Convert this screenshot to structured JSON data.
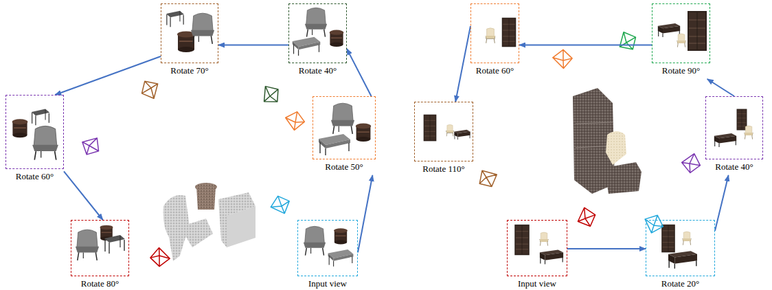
{
  "diagram": {
    "nodes": [
      {
        "text": [
          "Rotate 70°"
        ]
      },
      {
        "text": [
          "Rotate 40°"
        ]
      },
      {
        "text": [
          "Rotate 50°"
        ]
      },
      {
        "text": [
          "Input view"
        ]
      },
      {
        "text": [
          "Rotate 80°"
        ]
      },
      {
        "text": [
          "Rotate 60°"
        ]
      },
      {
        "text": [
          "Rotate 60°"
        ]
      },
      {
        "text": [
          "Rotate 90°"
        ]
      },
      {
        "text": [
          "Rotate 40°"
        ]
      },
      {
        "text": [
          "Rotate 110°"
        ]
      },
      {
        "text": [
          "Input view"
        ]
      },
      {
        "text": [
          "Rotate 20°"
        ]
      }
    ],
    "edges": [
      {
        "from": 3,
        "to": 2,
        "arrow": "to"
      },
      {
        "from": 2,
        "to": 1,
        "arrow": "to"
      },
      {
        "from": 1,
        "to": 0,
        "arrow": "to"
      },
      {
        "from": 0,
        "to": 5,
        "arrow": "to"
      },
      {
        "from": 5,
        "to": 4,
        "arrow": "to"
      },
      {
        "from": 10,
        "to": 11,
        "arrow": "to"
      },
      {
        "from": 11,
        "to": 8,
        "arrow": "to"
      },
      {
        "from": 8,
        "to": 7,
        "arrow": "to"
      },
      {
        "from": 7,
        "to": 6,
        "arrow": "to"
      },
      {
        "from": 6,
        "to": 9,
        "arrow": "to"
      }
    ]
  }
}
